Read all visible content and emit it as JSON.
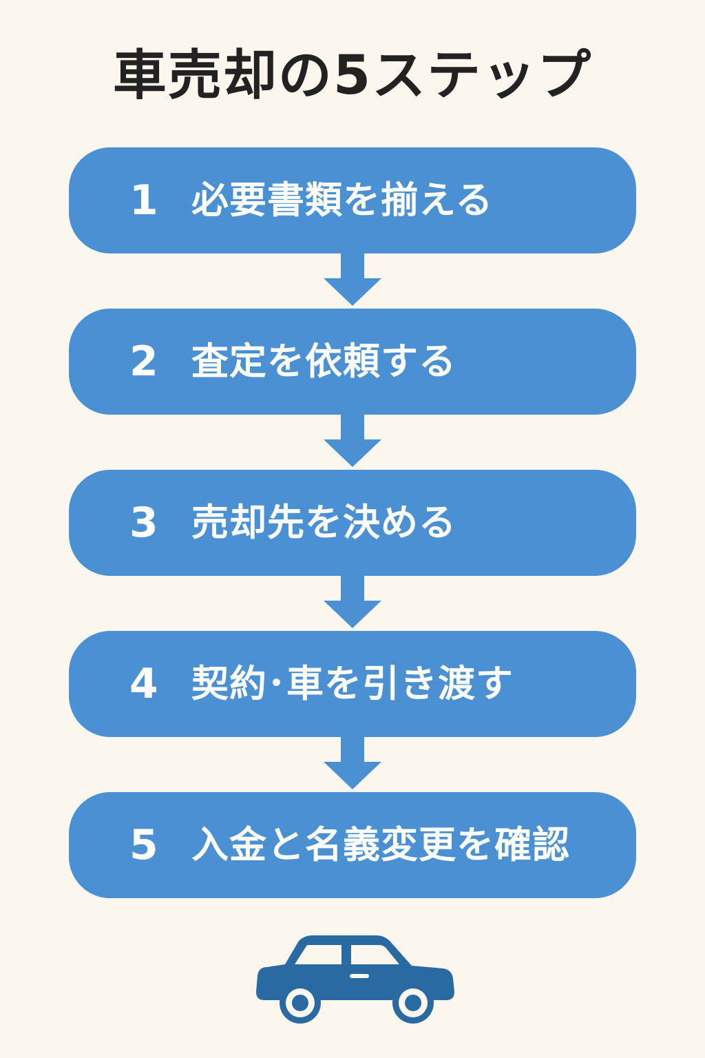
{
  "title": "車売却の5ステップ",
  "steps": [
    {
      "number": "1",
      "label": "必要書類を揃える"
    },
    {
      "number": "2",
      "label": "査定を依頼する"
    },
    {
      "number": "3",
      "label": "売却先を決める"
    },
    {
      "number": "4",
      "label": "契約･車を引き渡す"
    },
    {
      "number": "5",
      "label": "入金と名義変更を確認"
    }
  ],
  "colors": {
    "background": "#fcf7ee",
    "step_fill": "#4a90d2",
    "title_text": "#222222",
    "car": "#2a6aa3"
  },
  "icons": {
    "car": "car-icon"
  }
}
